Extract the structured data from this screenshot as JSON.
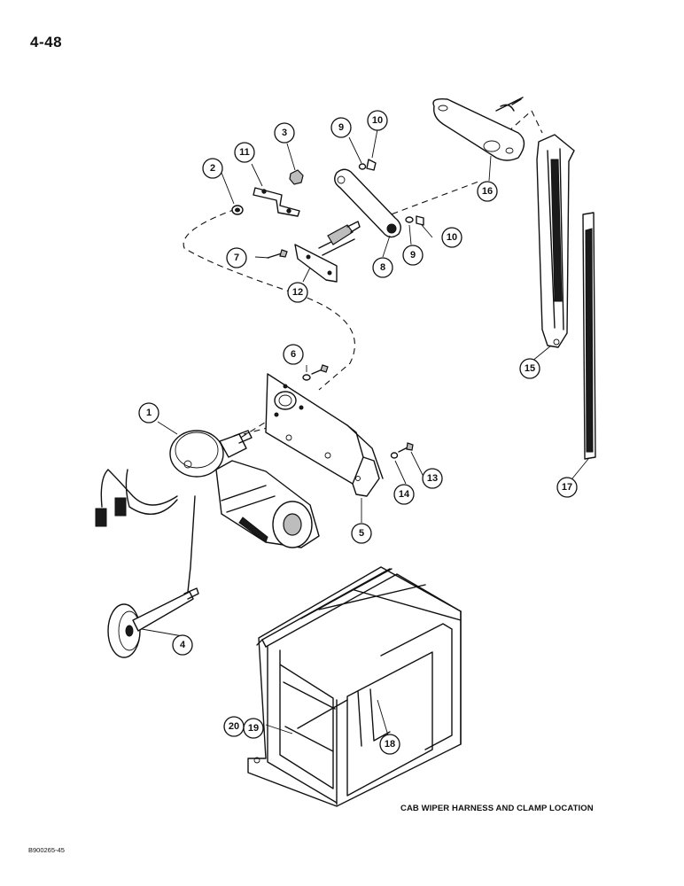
{
  "page": {
    "page_number": "4-48",
    "caption": "CAB WIPER HARNESS AND CLAMP LOCATION",
    "figure_code": "B900265-45"
  },
  "callouts": [
    "1",
    "2",
    "3",
    "4",
    "5",
    "6",
    "7",
    "8",
    "9",
    "9",
    "10",
    "10",
    "11",
    "12",
    "13",
    "14",
    "15",
    "16",
    "17",
    "18",
    "19",
    "20"
  ]
}
